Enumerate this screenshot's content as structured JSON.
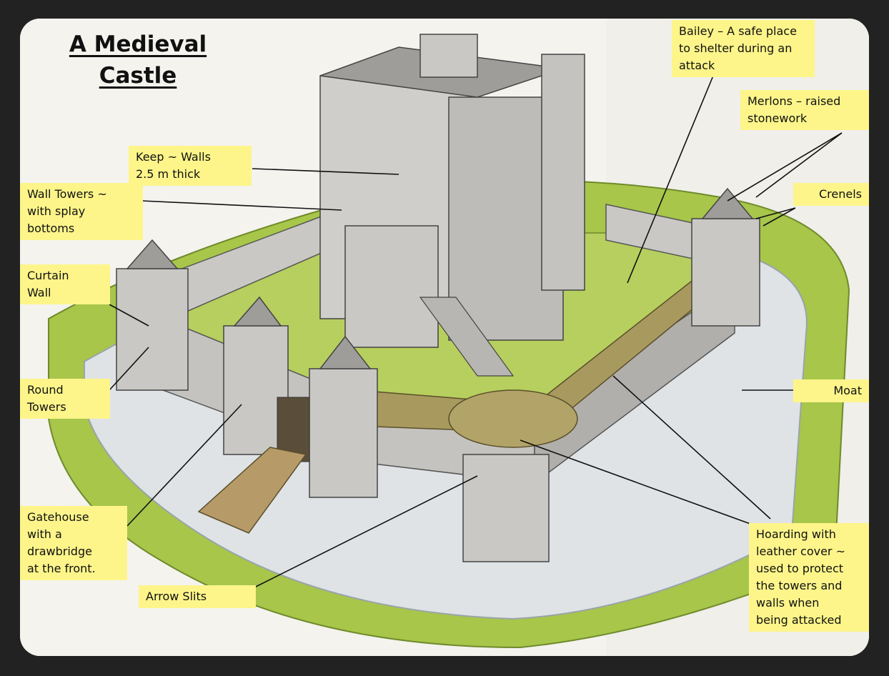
{
  "title": {
    "line1": "A Medieval",
    "line2": "Castle"
  },
  "labels": {
    "keep": [
      "Keep ~ Walls",
      "2.5 m thick"
    ],
    "wall_towers": [
      "Wall Towers ~",
      "with splay",
      "bottoms"
    ],
    "curtain": [
      "Curtain",
      "Wall"
    ],
    "round": [
      "Round",
      "Towers"
    ],
    "gatehouse": [
      "Gatehouse",
      "with a",
      "drawbridge",
      "at the front."
    ],
    "arrow": [
      "Arrow Slits"
    ],
    "bailey": [
      "Bailey – A safe place",
      "to shelter during an",
      "attack"
    ],
    "merlons": [
      "Merlons – raised",
      "stonework"
    ],
    "crenels": [
      "Crenels"
    ],
    "moat": [
      "Moat"
    ],
    "hoarding": [
      "Hoarding with",
      "leather cover ~",
      "used to protect",
      "the towers and",
      "walls when",
      "being attacked"
    ]
  },
  "colors": {
    "label_bg": "#fdf58a",
    "stone": "#c9c8c4",
    "grass": "#a7c64a",
    "water": "#dfe3e6",
    "hoarding": "#a89a5e"
  }
}
